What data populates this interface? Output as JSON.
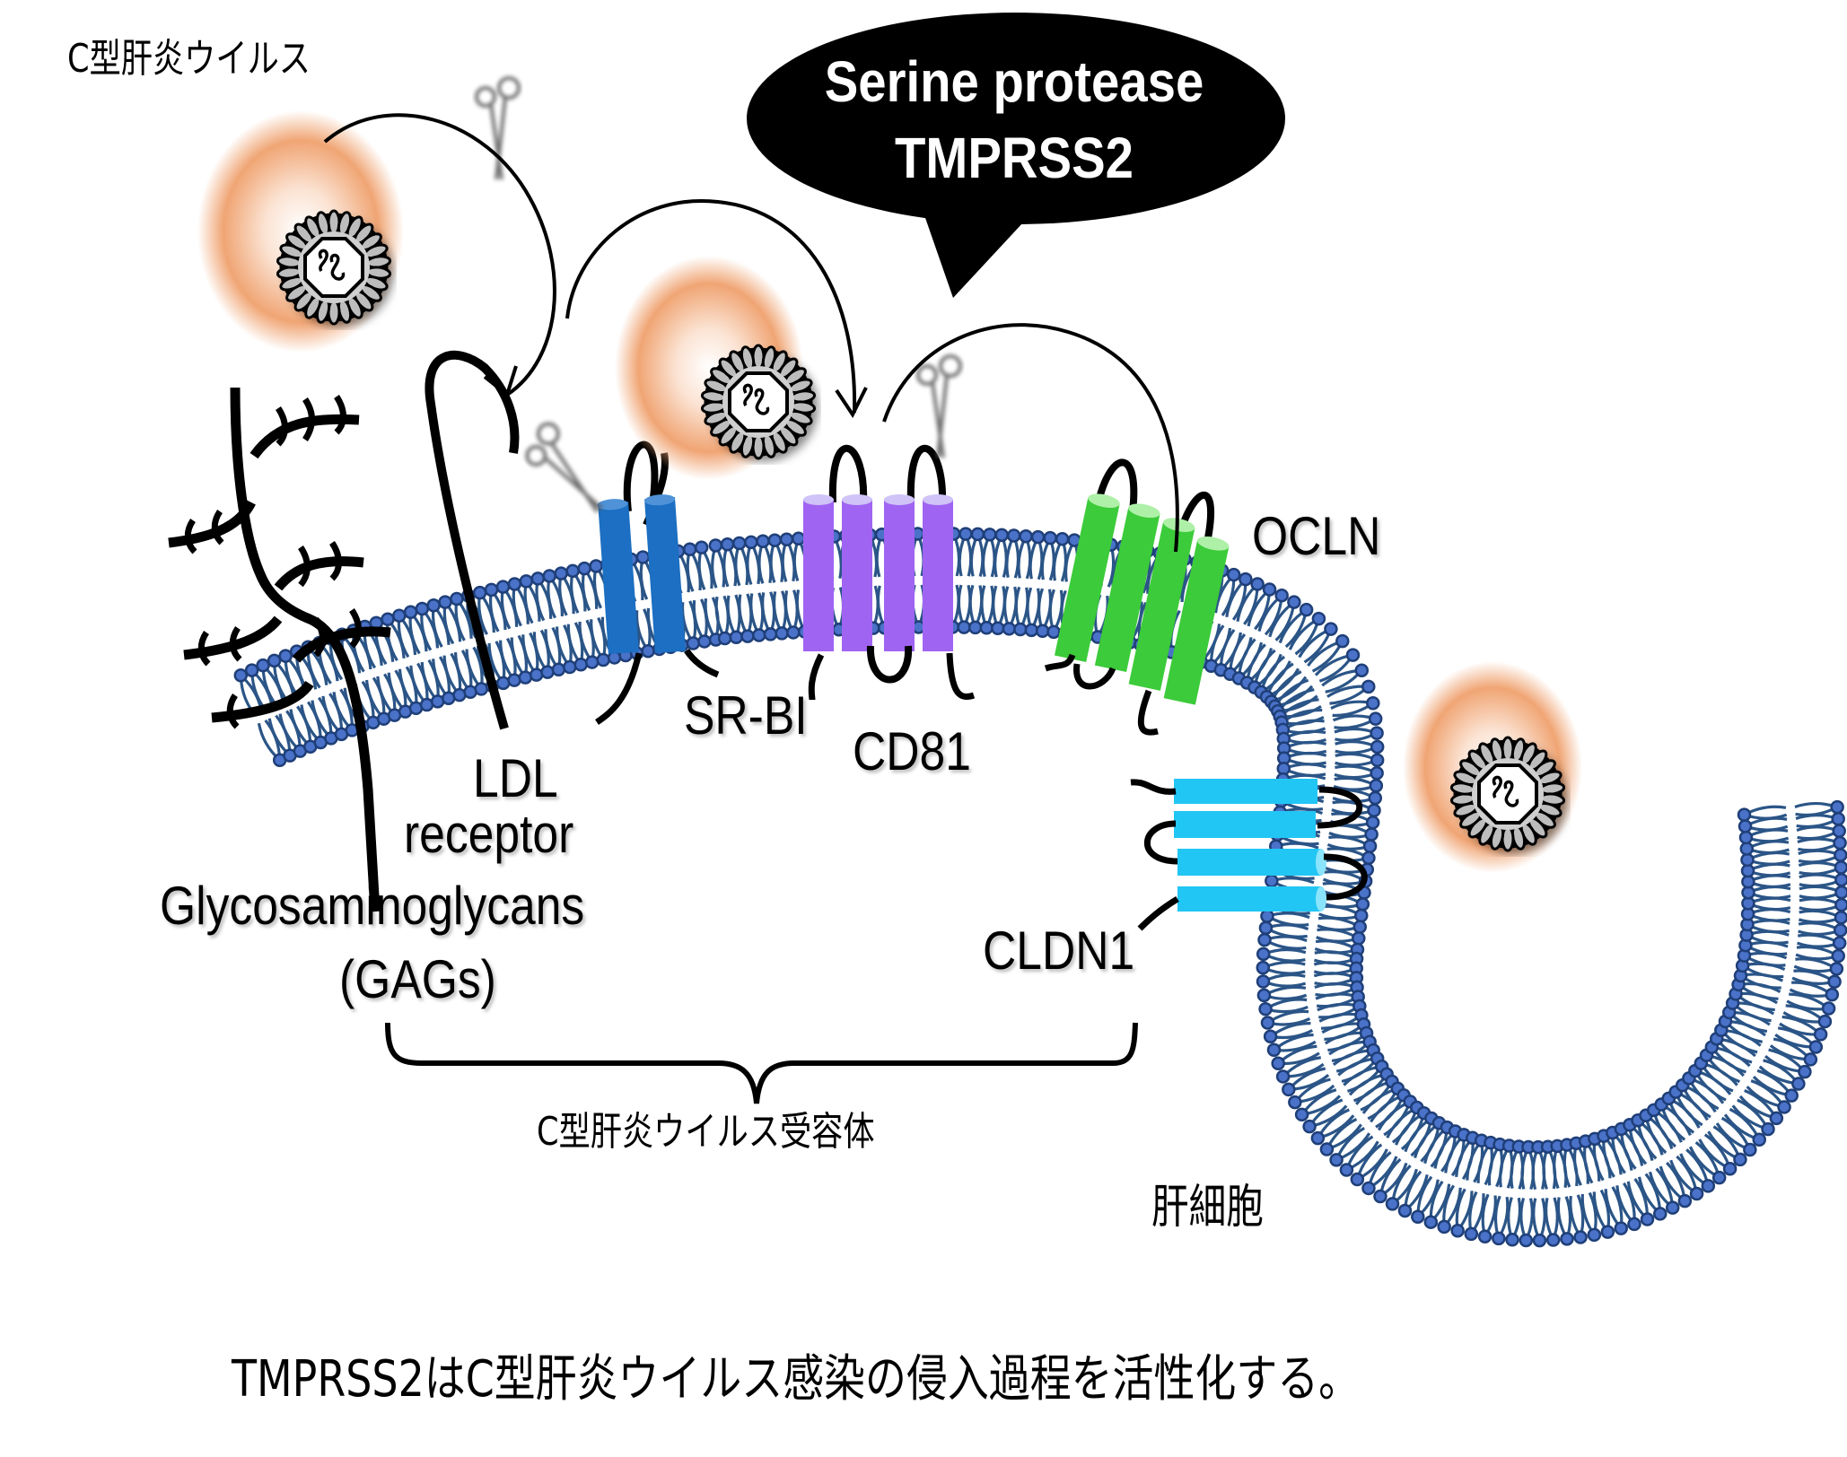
{
  "labels": {
    "virus_title": "C型肝炎ウイルス",
    "protease_line1": "Serine protease",
    "protease_line2": "TMPRSS2",
    "ocln": "OCLN",
    "sr_bi": "SR-BI",
    "cd81": "CD81",
    "ldl_line1": "LDL",
    "ldl_line2": "receptor",
    "gags_line1": "Glycosaminoglycans",
    "gags_line2": "(GAGs)",
    "cldn1": "CLDN1",
    "receptors": "C型肝炎ウイルス受容体",
    "hepatocyte": "肝細胞",
    "caption": "TMPRSS2はC型肝炎ウイルス感染の侵入過程を活性化する。"
  },
  "colors": {
    "membrane_head": "#4a72c9",
    "membrane_outline": "#1f3f78",
    "membrane_tail": "#2b5587",
    "sr_bi": "#1c6fc2",
    "cd81": "#a064f2",
    "ocln": "#3ccb3a",
    "cldn1": "#22c6f4",
    "virus_halo": "#f0a070",
    "bubble": "#000000"
  },
  "icons": [
    "virus-particle-icon",
    "scissors-icon",
    "arrow-icon",
    "speech-bubble"
  ]
}
